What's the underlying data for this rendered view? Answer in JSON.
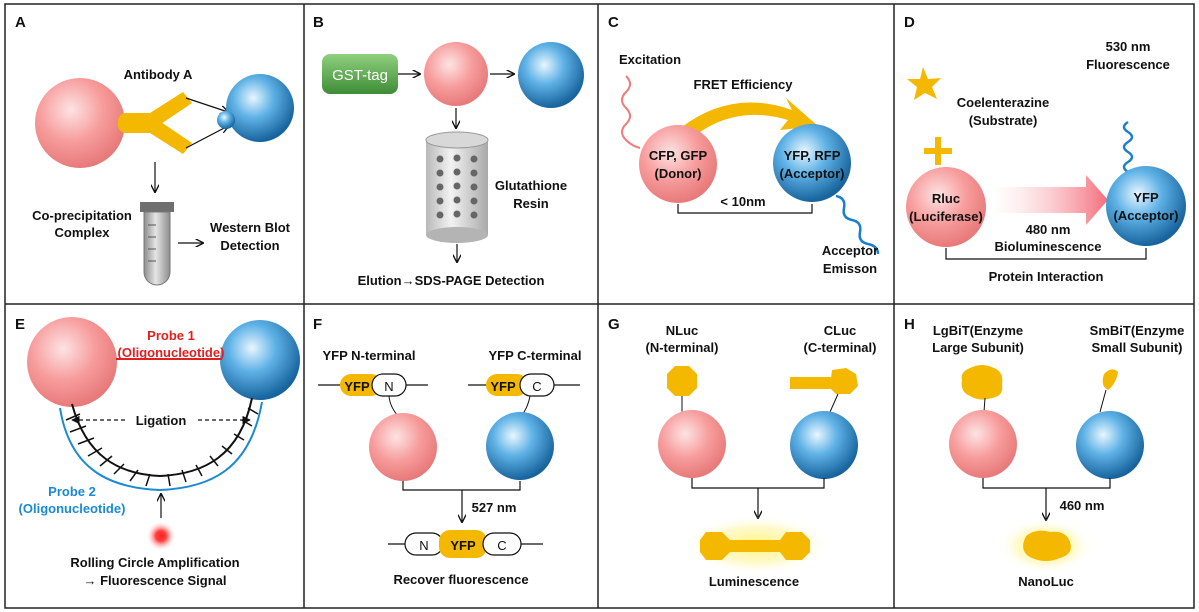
{
  "colors": {
    "pink": "#f58f8f",
    "blue": "#2c8bc9",
    "gold": "#f5b800",
    "green": "#4c9e45",
    "red": "#e02020",
    "probe2": "#1a8ad4"
  },
  "panels": {
    "A": {
      "letter": "A",
      "antibody": "Antibody A",
      "coprecip_1": "Co-precipitation",
      "coprecip_2": "Complex",
      "western_1": "Western Blot",
      "western_2": "Detection"
    },
    "B": {
      "letter": "B",
      "gst": "GST-tag",
      "resin_1": "Glutathione",
      "resin_2": "Resin",
      "elution": "Elution→SDS-PAGE Detection"
    },
    "C": {
      "letter": "C",
      "excitation": "Excitation",
      "fret": "FRET Efficiency",
      "donor_1": "CFP, GFP",
      "donor_2": "(Donor)",
      "acceptor_1": "YFP, RFP",
      "acceptor_2": "(Acceptor)",
      "distance": "< 10nm",
      "emission_1": "Acceptor",
      "emission_2": "Emisson"
    },
    "D": {
      "letter": "D",
      "fluor_1": "530 nm",
      "fluor_2": "Fluorescence",
      "substrate_1": "Coelenterazine",
      "substrate_2": "(Substrate)",
      "rluc_1": "Rluc",
      "rluc_2": "(Luciferase)",
      "yfp_1": "YFP",
      "yfp_2": "(Acceptor)",
      "biolum_1": "480 nm",
      "biolum_2": "Bioluminescence",
      "interaction": "Protein Interaction"
    },
    "E": {
      "letter": "E",
      "probe1_1": "Probe 1",
      "probe1_2": "(Oligonucleotide)",
      "ligation": "Ligation",
      "probe2_1": "Probe 2",
      "probe2_2": "(Oligonucleotide)",
      "rca_1": "Rolling Circle Amplification",
      "rca_2": "→ Fluorescence Signal"
    },
    "F": {
      "letter": "F",
      "nterm": "YFP N-terminal",
      "cterm": "YFP C-terminal",
      "yfp": "YFP",
      "n": "N",
      "c": "C",
      "wavelength": "527 nm",
      "recover": "Recover fluorescence"
    },
    "G": {
      "letter": "G",
      "nluc_1": "NLuc",
      "nluc_2": "(N-terminal)",
      "cluc_1": "CLuc",
      "cluc_2": "(C-terminal)",
      "result": "Luminescence"
    },
    "H": {
      "letter": "H",
      "lgbit_1": "LgBiT(Enzyme",
      "lgbit_2": "Large Subunit)",
      "smbit_1": "SmBiT(Enzyme",
      "smbit_2": "Small Subunit)",
      "wavelength": "460 nm",
      "result": "NanoLuc"
    }
  }
}
